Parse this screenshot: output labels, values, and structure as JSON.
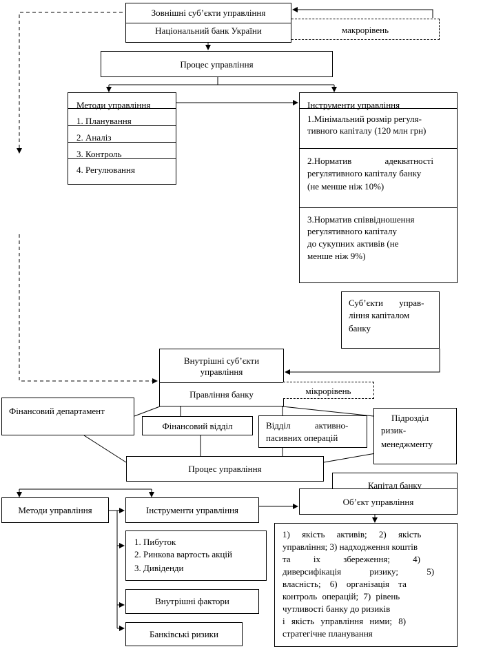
{
  "external": {
    "title": "Зовнішні суб’єкти управління",
    "nbu": "Національний банк України",
    "macro": "макрорівень"
  },
  "process_top": "Процес управління",
  "methods_top": {
    "title": "Методи управління",
    "items": [
      "1. Планування",
      "2. Аналіз",
      "3. Контроль",
      "4. Регулювання"
    ]
  },
  "instruments_top": {
    "title": "Інструменти управління",
    "items": [
      [
        "1.Мінімальний розмір регуля-",
        "тивного капіталу  (120 млн грн)"
      ],
      [
        "2.Норматив адекватності",
        "регулятивного капіталу банку",
        "(не менше ніж 10%)"
      ],
      [
        "3.Норматив співвідношення",
        "регулятивного капіталу",
        "до сукупних активів (не",
        "менше ніж 9%)"
      ]
    ]
  },
  "capital_subjects": [
    "Суб’єкти управ-",
    "ління капіталом",
    "банку"
  ],
  "internal": {
    "title_lines": [
      "Внутрішні суб’єкти",
      "управління"
    ],
    "board": "Правління банку",
    "micro": "мікрорівень"
  },
  "fin_department": "Фінансовий департамент",
  "fin_division": "Фінансовий відділ",
  "alm": [
    "Відділ активно-",
    "пасивних операцій"
  ],
  "risk_unit": [
    "Підрозділ",
    "ризик-",
    "менеджменту"
  ],
  "process_bottom": "Процес управління",
  "capital": "Капітал банку",
  "object": "Об’єкт управління",
  "methods_bottom": "Методи управління",
  "instruments_bottom": "Інструменти управління",
  "indicators": [
    "1. Пибуток",
    "2. Ринкова вартость акцій",
    "3. Дивіденди"
  ],
  "internal_factors": "Внутрішні фактори",
  "bank_risks": "Банківські ризики",
  "object_list": [
    "1) якість активів; 2) якість",
    "управління; 3) надходження коштів",
    "та іх збереження; 4)",
    "диверсифікація ризику; 5)",
    "власність; 6) організація та",
    "контроль операцій; 7) рівень",
    "чутливості банку до ризиків",
    "і якість управління ними; 8)",
    "стратегічне планування"
  ]
}
